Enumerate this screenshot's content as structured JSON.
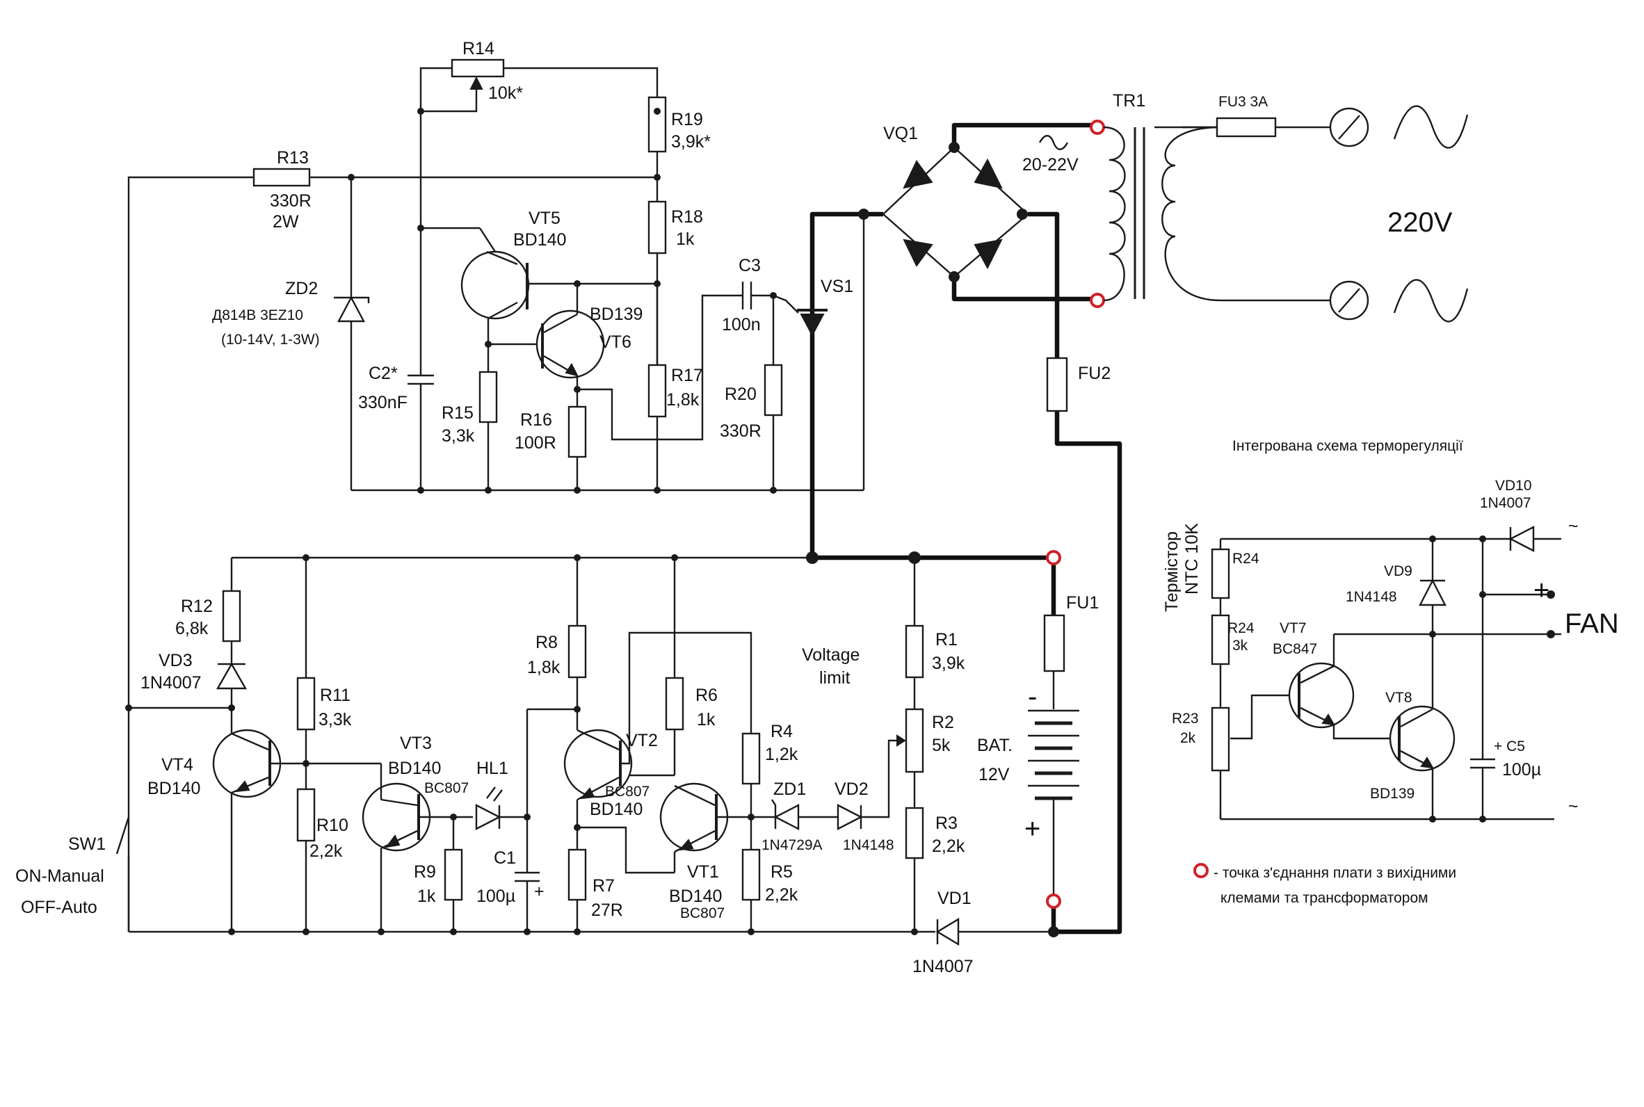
{
  "labels": {
    "R14": "R14",
    "R14v": "10k*",
    "R19": "R19",
    "R19v": "3,9k*",
    "R13": "R13",
    "R13v1": "330R",
    "R13v2": "2W",
    "R18": "R18",
    "R18v": "1k",
    "VT5": "VT5",
    "VT5t": "BD140",
    "ZD2": "ZD2",
    "ZD2t1": "Д814В  3EZ10",
    "ZD2t2": "(10-14V, 1-3W)",
    "VT6t": "BD139",
    "VT6": "VT6",
    "C2": "C2*",
    "C2v": "330nF",
    "R15": "R15",
    "R15v": "3,3k",
    "R16": "R16",
    "R16v": "100R",
    "R17": "R17",
    "R17v": "1,8k",
    "C3": "C3",
    "C3v": "100n",
    "R20": "R20",
    "R20v": "330R",
    "VS1": "VS1",
    "VQ1": "VQ1",
    "ac1": "20-22V",
    "TR1": "TR1",
    "FU3": "FU3 3A",
    "mains": "220V",
    "FU2": "FU2",
    "R12": "R12",
    "R12v": "6,8k",
    "VD3": "VD3",
    "VD3t": "1N4007",
    "R11": "R11",
    "R11v": "3,3k",
    "VT3": "VT3",
    "VT3t": "BD140",
    "HL1": "HL1",
    "BC807a": "BC807",
    "R8": "R8",
    "R8v": "1,8k",
    "VT2": "VT2",
    "BC807b": "BC807",
    "BD140b": "BD140",
    "R6": "R6",
    "R6v": "1k",
    "VL1": "Voltage",
    "VL2": "limit",
    "R1": "R1",
    "R1v": "3,9k",
    "FU1": "FU1",
    "VT4": "VT4",
    "VT4t": "BD140",
    "R10": "R10",
    "R10v": "2,2k",
    "R9": "R9",
    "R9v": "1k",
    "C1": "C1",
    "C1v": "100µ",
    "R7": "R7",
    "R7v": "27R",
    "VT1": "VT1",
    "VT1t": "BD140",
    "VT1t2": "BC807",
    "R4": "R4",
    "R4v": "1,2k",
    "ZD1": "ZD1",
    "ZD1t": "1N4729A",
    "VD2": "VD2",
    "VD2t": "1N4148",
    "R2": "R2",
    "R2v": "5k",
    "R3": "R3",
    "R3v": "2,2k",
    "R5": "R5",
    "R5v": "2,2k",
    "BAT": "BAT.",
    "BATv": "12V",
    "minus": "-",
    "plus": "+",
    "VD1": "VD1",
    "VD1t": "1N4007",
    "SW1": "SW1",
    "SW1a": "ON-Manual",
    "SW1b": "OFF-Auto",
    "thermo_title": "Інтегрована схема терморегуляції",
    "VD10": "VD10",
    "VD10t": "1N4007",
    "therm1": "Термістор",
    "therm2": "NTC 10K",
    "R24a": "R24",
    "VD9": "VD9",
    "VD9t": "1N4148",
    "R24b": "R24",
    "R24bv": "3k",
    "VT7": "VT7",
    "VT7t": "BC847",
    "fan_plus": "+",
    "FAN": "FAN",
    "VT8": "VT8",
    "R23": "R23",
    "R23v": "2k",
    "C5": "+ C5",
    "C5v": "100µ",
    "VT8t": "BD139",
    "tilde1": "~",
    "tilde2": "~",
    "legend1": "- точка з'єднання плати з вихідними",
    "legend2": "клемами та трансформатором"
  }
}
